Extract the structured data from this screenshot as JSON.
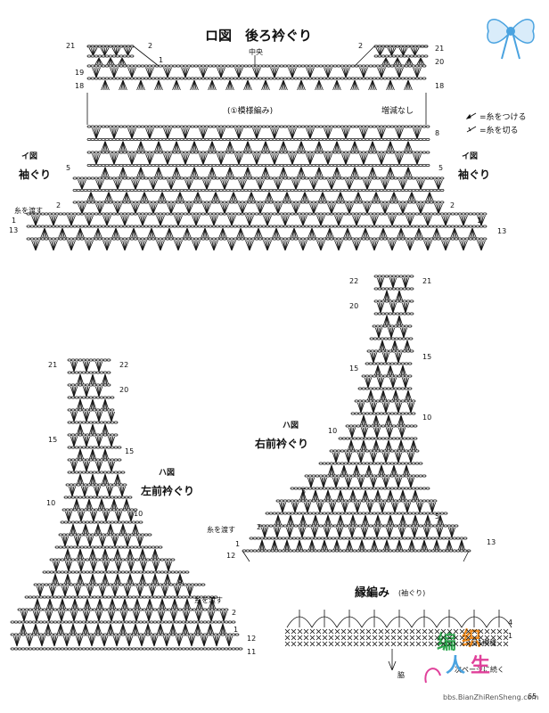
{
  "back_diagram": {
    "title": "ロ図　後ろ衿ぐり",
    "center": "中央",
    "pattern": "(①模様編み)",
    "no_change": "増減なし",
    "rows": {
      "r21": "21",
      "r20": "20",
      "r19": "19",
      "r18": "18",
      "r8": "8",
      "r5": "5",
      "r2": "2",
      "r1": "1",
      "r13": "13"
    },
    "yarn": "糸を渡す"
  },
  "legend": {
    "attach": "=糸をつける",
    "cut": "=糸を切る"
  },
  "sleeve_left": {
    "label_a": "イ図",
    "label_b": "袖ぐり"
  },
  "sleeve_right": {
    "label_a": "イ図",
    "label_b": "袖ぐり"
  },
  "right_front": {
    "label_a": "ハ図",
    "label_b": "右前衿ぐり",
    "rows": {
      "r22": "22",
      "r21": "21",
      "r20": "20",
      "r15a": "15",
      "r15b": "15",
      "r10a": "10",
      "r10b": "10",
      "r5a": "5",
      "r5b": "5",
      "r2": "2",
      "r1": "1",
      "r12": "12",
      "r13": "13"
    },
    "yarn": "糸を渡す"
  },
  "left_front": {
    "label_a": "ハ図",
    "label_b": "左前衿ぐり",
    "rows": {
      "r21": "21",
      "r22": "22",
      "r20": "20",
      "r15a": "15",
      "r15b": "15",
      "r10a": "10",
      "r10b": "10",
      "r5": "5",
      "r2": "2",
      "r1": "1",
      "r12": "12",
      "r11": "11"
    },
    "yarn": "糸を渡す"
  },
  "edging": {
    "title": "縁編み",
    "subtitle": "(袖ぐり)",
    "repeat": "4目1模様",
    "side": "脇",
    "next": "次ページに続く",
    "row4": "4",
    "row1": "1"
  },
  "page_number": "65",
  "watermark": {
    "site": "bbs.BianZhiRenSheng.com"
  },
  "colors": {
    "line": "#111111",
    "logo_blue": "#4aa3e0",
    "logo_green": "#2fa84f",
    "logo_pink": "#e0409a",
    "logo_orange": "#f08a1c"
  }
}
